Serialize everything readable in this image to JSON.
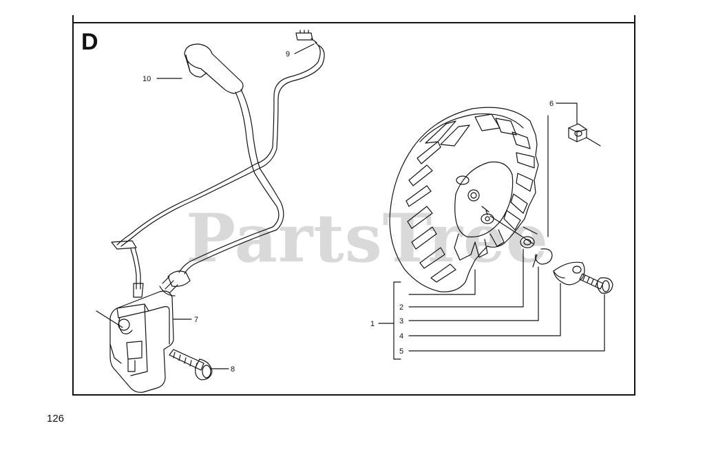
{
  "section": {
    "letter": "D"
  },
  "page": {
    "number": "126"
  },
  "watermark": {
    "text": "PartsTree"
  },
  "callouts": {
    "c1": "1",
    "c2": "2",
    "c3": "3",
    "c4": "4",
    "c5": "5",
    "c6": "6",
    "c7": "7",
    "c8": "8",
    "c9": "9",
    "c10": "10"
  },
  "colors": {
    "line": "#111111",
    "watermark": "#d9d9d9",
    "background": "#ffffff"
  }
}
